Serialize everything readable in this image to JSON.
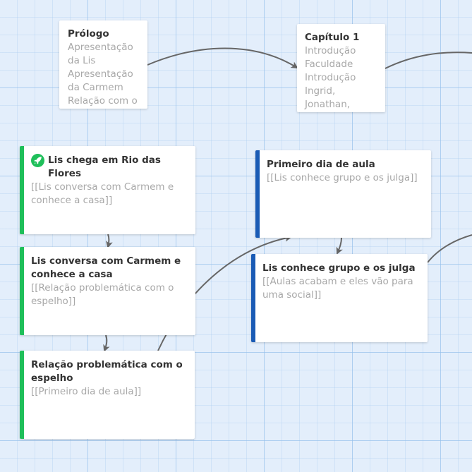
{
  "colors": {
    "tag_green": "#1fbf5a",
    "tag_blue": "#1a5bb5",
    "arrow": "#666666"
  },
  "icons": {
    "start": "rocket-icon"
  },
  "passages": [
    {
      "id": "prologo",
      "title": "Prólogo",
      "excerpt": "Apresentação da Lis Apresentação da Carmem Relação com o"
    },
    {
      "id": "capitulo1",
      "title": "Capítulo 1",
      "excerpt": "Introdução Faculdade Introdução Ingrid, Jonathan,"
    },
    {
      "id": "lis-chega",
      "title": "Lis chega em Rio das Flores",
      "excerpt": "[[Lis conversa com Carmem e conhece a casa]]",
      "start": true
    },
    {
      "id": "lis-conversa",
      "title": "Lis conversa com Carmem e conhece a casa",
      "excerpt": "[[Relação problemática com o espelho]]"
    },
    {
      "id": "relacao",
      "title": "Relação problemática com o espelho",
      "excerpt": "[[Primeiro dia de aula]]"
    },
    {
      "id": "primeiro-dia",
      "title": "Primeiro dia de aula",
      "excerpt": "[[Lis conhece grupo e os julga]]"
    },
    {
      "id": "lis-conhece",
      "title": "Lis conhece grupo e os julga",
      "excerpt": "[[Aulas acabam e eles vão para uma social]]"
    }
  ]
}
